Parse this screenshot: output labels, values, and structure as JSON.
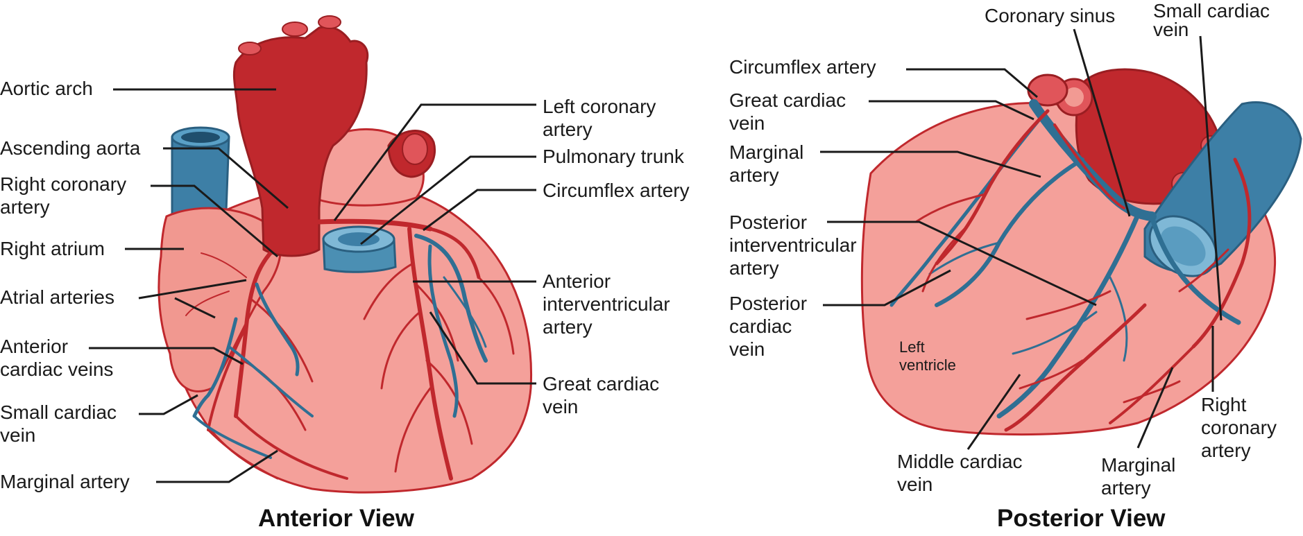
{
  "colors": {
    "artery": "#c0282d",
    "artery_light": "#d8393d",
    "vein": "#2f6f93",
    "vein_light": "#4b8fb3",
    "muscle": "#f4a09a",
    "muscle_dark": "#e48078",
    "outline": "#b8242a",
    "leader": "#1a1a1a"
  },
  "anterior": {
    "title": "Anterior View",
    "labels": {
      "aortic_arch": "Aortic arch",
      "ascending_aorta": "Ascending aorta",
      "right_coronary_artery": "Right coronary\nartery",
      "right_atrium": "Right atrium",
      "atrial_arteries": "Atrial arteries",
      "anterior_cardiac_veins": "Anterior\ncardiac veins",
      "small_cardiac_vein": "Small cardiac\nvein",
      "marginal_artery": "Marginal artery",
      "left_coronary_artery": "Left coronary\nartery",
      "pulmonary_trunk": "Pulmonary trunk",
      "circumflex_artery": "Circumflex artery",
      "anterior_interventricular_artery": "Anterior\ninterventricular\nartery",
      "great_cardiac_vein": "Great cardiac\nvein"
    }
  },
  "posterior": {
    "title": "Posterior View",
    "labels": {
      "coronary_sinus": "Coronary sinus",
      "small_cardiac_vein": "Small cardiac\nvein",
      "circumflex_artery": "Circumflex artery",
      "great_cardiac_vein": "Great cardiac\nvein",
      "marginal_artery_top": "Marginal\nartery",
      "posterior_interventricular_artery": "Posterior\ninterventricular\nartery",
      "posterior_cardiac_vein": "Posterior\ncardiac\nvein",
      "left_ventricle": "Left\nventricle",
      "middle_cardiac_vein": "Middle cardiac\nvein",
      "marginal_artery_bottom": "Marginal\nartery",
      "right_coronary_artery": "Right\ncoronary\nartery"
    }
  }
}
